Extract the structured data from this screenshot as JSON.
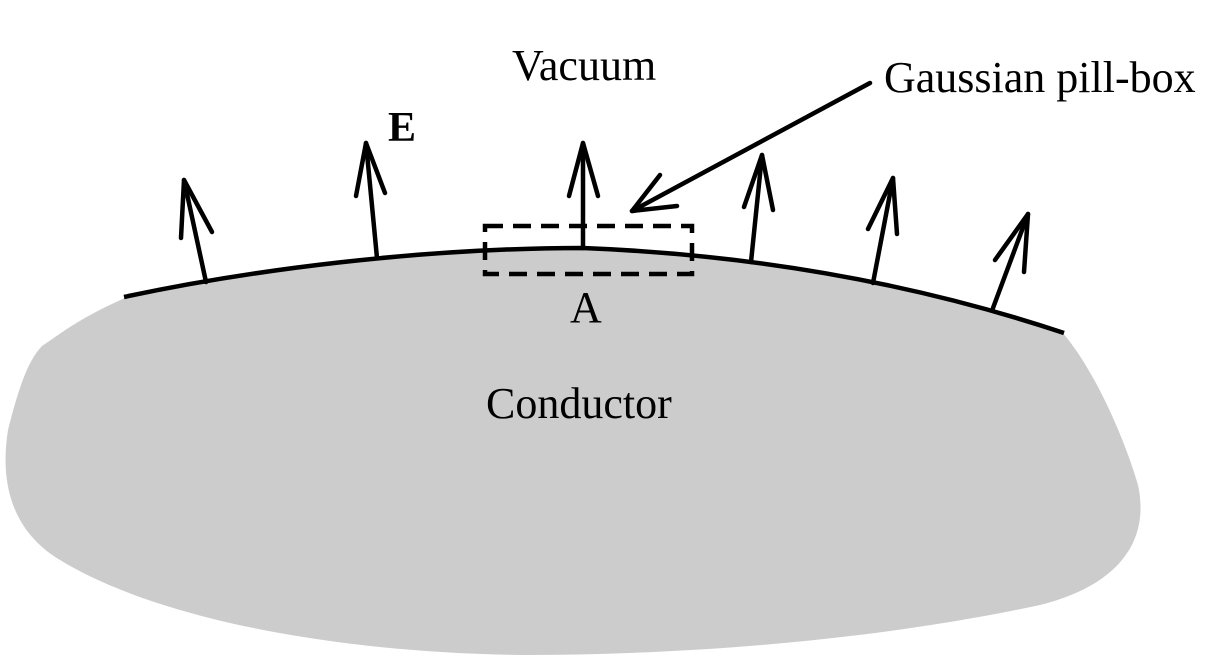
{
  "labels": {
    "vacuum": "Vacuum",
    "gaussian_pillbox": "Gaussian pill-box",
    "field": "E",
    "area": "A",
    "conductor": "Conductor"
  },
  "colors": {
    "conductor_fill": "#cccccc",
    "ink": "#000000"
  },
  "icons": {
    "field_arrow": "upward-arrow",
    "pointer_arrow": "diagonal-arrow"
  }
}
